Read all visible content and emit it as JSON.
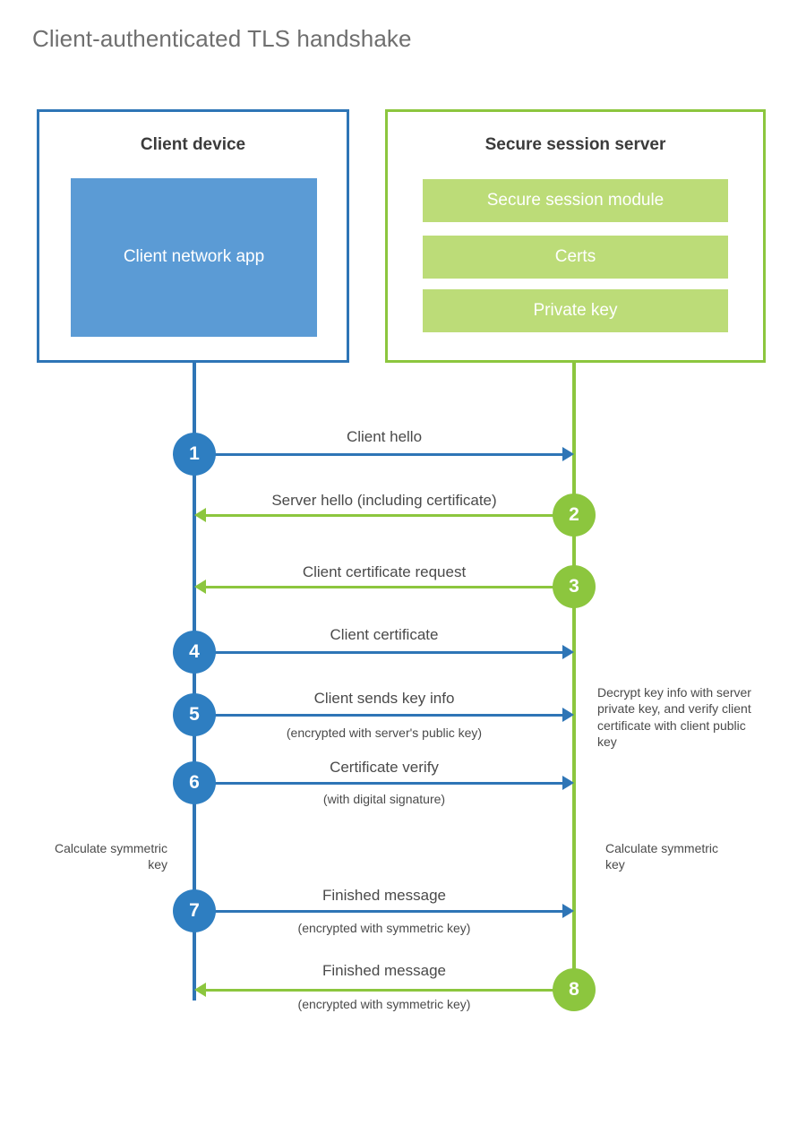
{
  "title": "Client-authenticated TLS handshake",
  "colors": {
    "client_blue": "#2E75B6",
    "client_app_blue": "#5B9BD5",
    "step_blue": "#2E7EC1",
    "server_green": "#8CC63E",
    "server_block_green": "#BCDC78",
    "text_gray": "#4a4a4a",
    "title_gray": "#6f6f6f",
    "background": "#ffffff"
  },
  "actors": {
    "client": {
      "title": "Client device",
      "blocks": [
        {
          "label": "Client network app"
        }
      ]
    },
    "server": {
      "title": "Secure session server",
      "blocks": [
        {
          "label": "Secure session module"
        },
        {
          "label": "Certs"
        },
        {
          "label": "Private key"
        }
      ]
    }
  },
  "steps": [
    {
      "number": "1",
      "label": "Client hello",
      "sublabel": "",
      "direction": "client-to-server"
    },
    {
      "number": "2",
      "label": "Server hello (including certificate)",
      "sublabel": "",
      "direction": "server-to-client"
    },
    {
      "number": "3",
      "label": "Client certificate request",
      "sublabel": "",
      "direction": "server-to-client"
    },
    {
      "number": "4",
      "label": "Client certificate",
      "sublabel": "",
      "direction": "client-to-server"
    },
    {
      "number": "5",
      "label": "Client sends key info",
      "sublabel": "(encrypted with server's public key)",
      "direction": "client-to-server"
    },
    {
      "number": "6",
      "label": "Certificate verify",
      "sublabel": "(with digital signature)",
      "direction": "client-to-server"
    },
    {
      "number": "7",
      "label": "Finished message",
      "sublabel": "(encrypted with symmetric key)",
      "direction": "client-to-server"
    },
    {
      "number": "8",
      "label": "Finished message",
      "sublabel": "(encrypted with symmetric key)",
      "direction": "server-to-client"
    }
  ],
  "annotations": {
    "server_decrypt": "Decrypt key info with server private key, and verify client certificate with client public key",
    "client_calculate": "Calculate symmetric key",
    "server_calculate": "Calculate symmetric key"
  }
}
